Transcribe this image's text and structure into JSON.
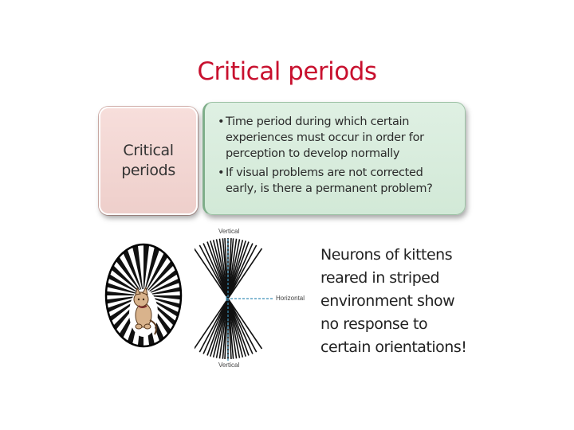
{
  "slide": {
    "title": "Critical periods",
    "term": {
      "line1": "Critical",
      "line2": "periods"
    },
    "definition": {
      "bullets": [
        {
          "marker": "•",
          "text": "Time period during which certain experiences must occur in order for perception to develop normally"
        },
        {
          "marker": "•",
          "text": "If visual problems are not corrected early, is there a permanent problem?"
        }
      ]
    },
    "figure": {
      "label_top": "Vertical",
      "label_bottom": "Vertical",
      "label_right": "Horizontal"
    },
    "note": {
      "lines": [
        "Neurons of kittens",
        "reared in striped",
        "environment show",
        "no response to",
        "certain orientations!"
      ]
    }
  },
  "colors": {
    "title": "#c8102e",
    "term_box": "#f2d6d2",
    "definition_box": "#d9ecdd",
    "axis_dash": "#3a8fb7"
  }
}
